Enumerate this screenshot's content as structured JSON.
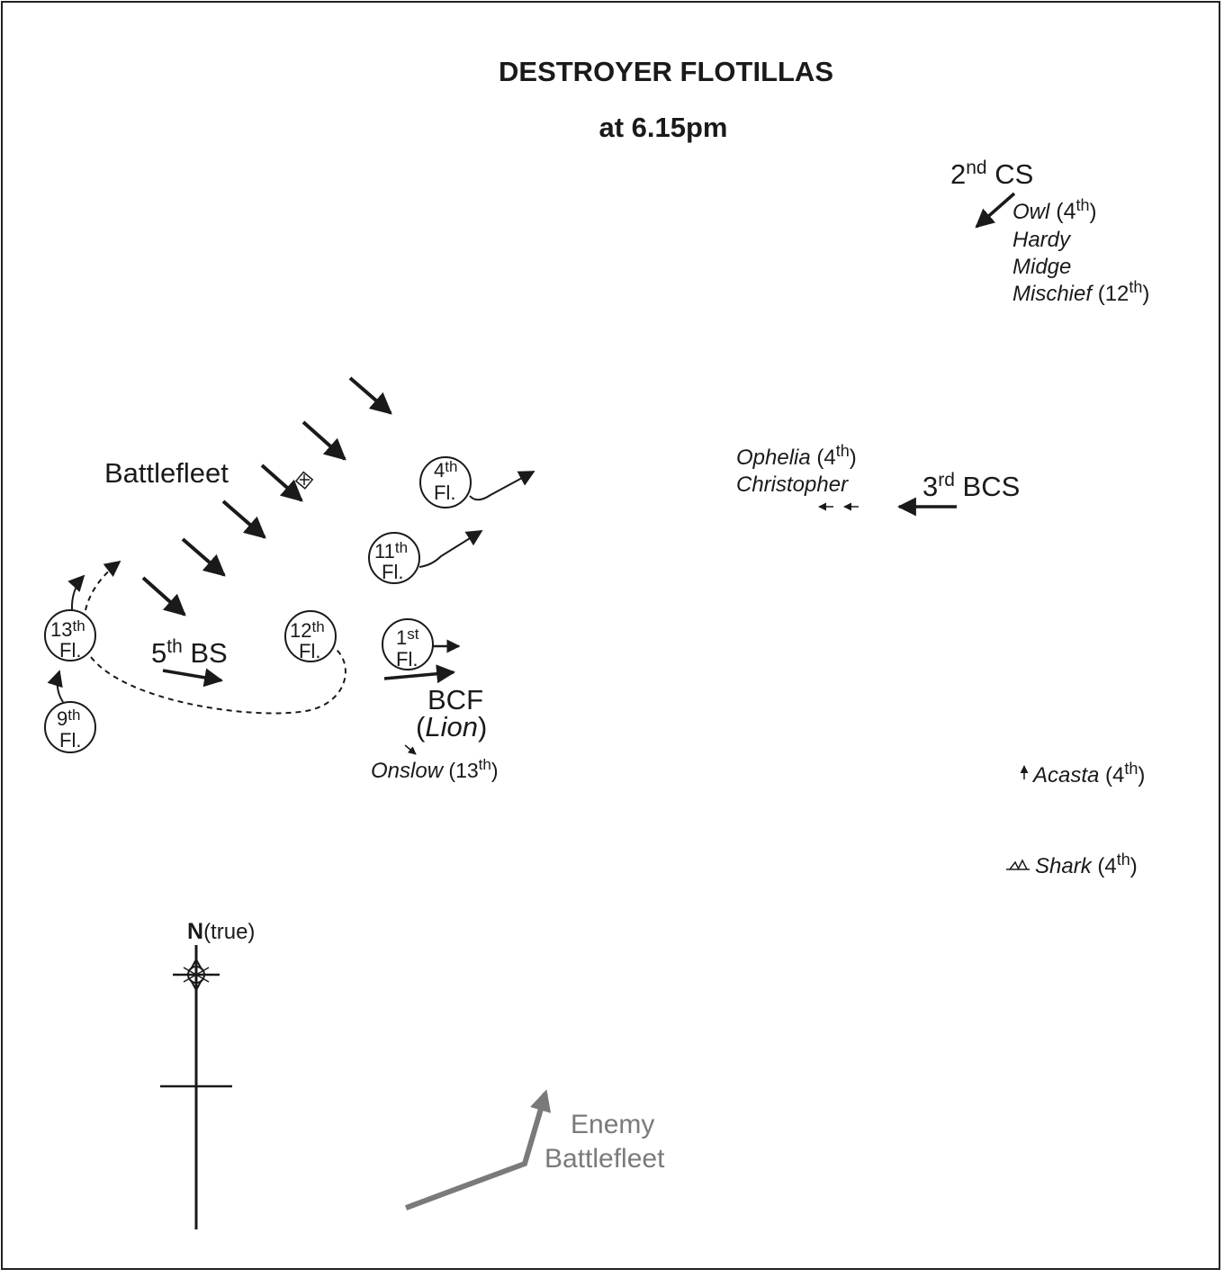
{
  "title": {
    "line1": "DESTROYER FLOTILLAS",
    "line2": "at 6.15pm"
  },
  "forces": {
    "second_cs": {
      "main": "2",
      "sup": "nd",
      "rest": " CS"
    },
    "owl_group": {
      "owl": "Owl",
      "owl_note": " (4",
      "owl_sup": "th",
      "owl_close": ")",
      "hardy": "Hardy",
      "midge": "Midge",
      "mischief": "Mischief",
      "mischief_note": " (12",
      "mischief_sup": "th",
      "mischief_close": ")"
    },
    "battlefleet": "Battlefleet",
    "ophelia": {
      "name": "Ophelia",
      "note": " (4",
      "sup": "th",
      "close": ")"
    },
    "christopher": "Christopher",
    "third_bcs": {
      "main": "3",
      "sup": "rd",
      "rest": " BCS"
    },
    "fifth_bs": {
      "main": "5",
      "sup": "th",
      "rest": " BS"
    },
    "bcf": {
      "line1": "BCF",
      "open": "(",
      "lion": "Lion",
      "close": ")"
    },
    "onslow": {
      "name": "Onslow",
      "note": " (13",
      "sup": "th",
      "close": ")"
    },
    "acasta": {
      "name": "Acasta",
      "note": " (4",
      "sup": "th",
      "close": ")"
    },
    "shark": {
      "name": "Shark",
      "note": " (4",
      "sup": "th",
      "close": ")"
    },
    "enemy": {
      "line1": "Enemy",
      "line2": "Battlefleet"
    }
  },
  "flotillas": [
    {
      "id": "4",
      "num": "4",
      "sup": "th",
      "fl": "Fl."
    },
    {
      "id": "11",
      "num": "11",
      "sup": "th",
      "fl": "Fl."
    },
    {
      "id": "13",
      "num": "13",
      "sup": "th",
      "fl": "Fl."
    },
    {
      "id": "12",
      "num": "12",
      "sup": "th",
      "fl": "Fl."
    },
    {
      "id": "1",
      "num": "1",
      "sup": "st",
      "fl": "Fl."
    },
    {
      "id": "9",
      "num": "9",
      "sup": "th",
      "fl": "Fl."
    }
  ],
  "compass": {
    "n": "N",
    "note": "(true)"
  },
  "colors": {
    "ink": "#1a1a1a",
    "enemy": "#7a7a7a",
    "background": "#ffffff"
  }
}
